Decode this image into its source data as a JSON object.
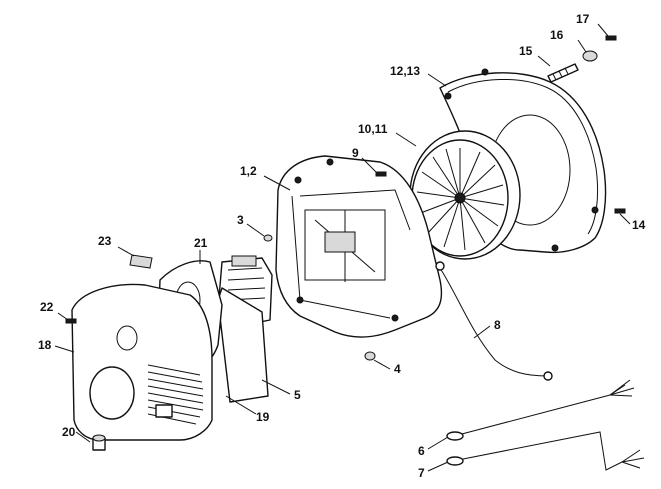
{
  "callouts": [
    {
      "id": "c17",
      "text": "17"
    },
    {
      "id": "c16",
      "text": "16"
    },
    {
      "id": "c15",
      "text": "15"
    },
    {
      "id": "c12",
      "text": "12,13"
    },
    {
      "id": "c10",
      "text": "10,11"
    },
    {
      "id": "c9",
      "text": "9"
    },
    {
      "id": "c1",
      "text": "1,2"
    },
    {
      "id": "c3",
      "text": "3"
    },
    {
      "id": "c14",
      "text": "14"
    },
    {
      "id": "c23",
      "text": "23"
    },
    {
      "id": "c21",
      "text": "21"
    },
    {
      "id": "c22",
      "text": "22"
    },
    {
      "id": "c18",
      "text": "18"
    },
    {
      "id": "c8",
      "text": "8"
    },
    {
      "id": "c4",
      "text": "4"
    },
    {
      "id": "c5",
      "text": "5"
    },
    {
      "id": "c19",
      "text": "19"
    },
    {
      "id": "c20",
      "text": "20"
    },
    {
      "id": "c6",
      "text": "6"
    },
    {
      "id": "c7",
      "text": "7"
    }
  ]
}
